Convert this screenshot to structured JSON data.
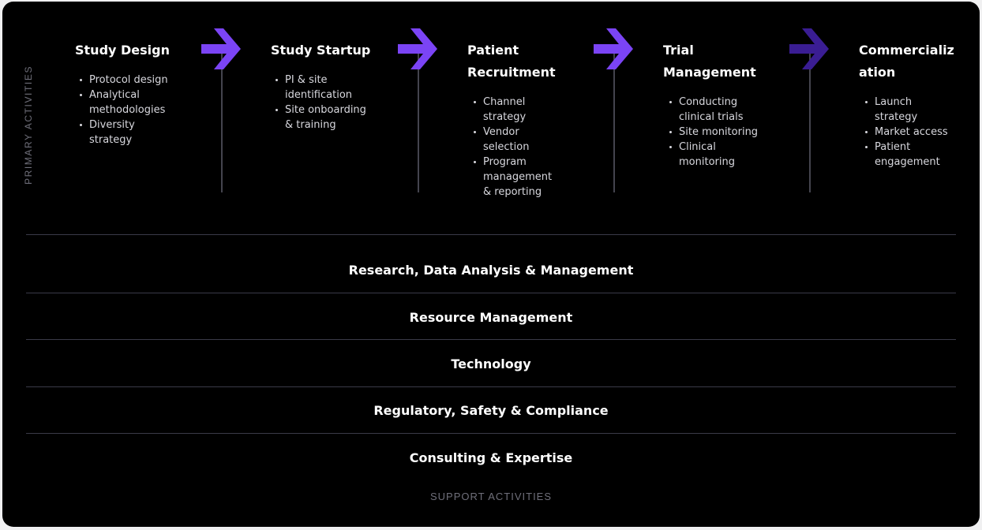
{
  "primary_label": "PRIMARY ACTIVITIES",
  "support_label": "SUPPORT ACTIVITIES",
  "colors": {
    "arrow": "#7b44f5",
    "arrow_dark": "#3a1d93",
    "stem": "#5a5a68",
    "divider": "#3a3a48"
  },
  "stages": [
    {
      "title": "Study Design",
      "items": [
        "Protocol design",
        "Analytical methodologies",
        "Diversity strategy"
      ]
    },
    {
      "title": "Study Startup",
      "items": [
        "PI & site identification",
        "Site onboarding & training"
      ]
    },
    {
      "title": "Patient Recruitment",
      "items": [
        "Channel strategy",
        "Vendor selection",
        "Program management & reporting"
      ]
    },
    {
      "title": "Trial Management",
      "items": [
        "Conducting clinical trials",
        "Site monitoring",
        "Clinical monitoring"
      ]
    },
    {
      "title": "Commercialization",
      "items": [
        "Launch strategy",
        "Market access",
        "Patient engagement"
      ]
    }
  ],
  "support_rows": [
    "Research, Data Analysis & Management",
    "Resource Management",
    "Technology",
    "Regulatory, Safety & Compliance",
    "Consulting & Expertise"
  ]
}
